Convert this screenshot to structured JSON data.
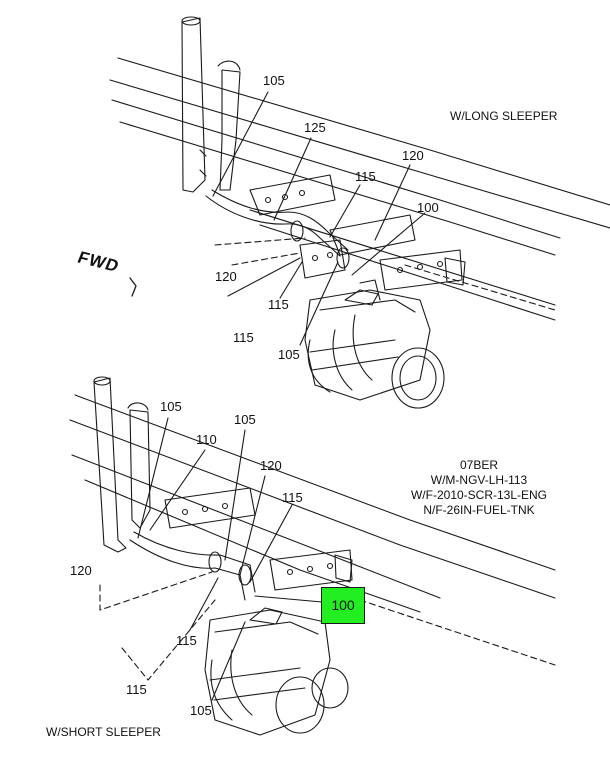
{
  "highlight_color": "#22ee22",
  "line_color": "#1a1a1a",
  "top_view": {
    "caption": "W/LONG SLEEPER",
    "fwd_label": "FWD",
    "callouts": {
      "c105a": "105",
      "c125": "125",
      "c120a": "120",
      "c115a": "115",
      "c100": "100",
      "c120b": "120",
      "c115b": "115",
      "c115c": "115",
      "c105b": "105"
    }
  },
  "bottom_view": {
    "caption": "W/SHORT SLEEPER",
    "callouts": {
      "c105a": "105",
      "c110": "110",
      "c105b": "105",
      "c120a": "120",
      "c115a": "115",
      "c120b": "120",
      "c100": "100",
      "c115b": "115",
      "c115c": "115",
      "c105c": "105"
    }
  },
  "config_note": {
    "lines": [
      "07BER",
      "W/M-NGV-LH-113",
      "W/F-2010-SCR-13L-ENG",
      "N/F-26IN-FUEL-TNK"
    ]
  }
}
